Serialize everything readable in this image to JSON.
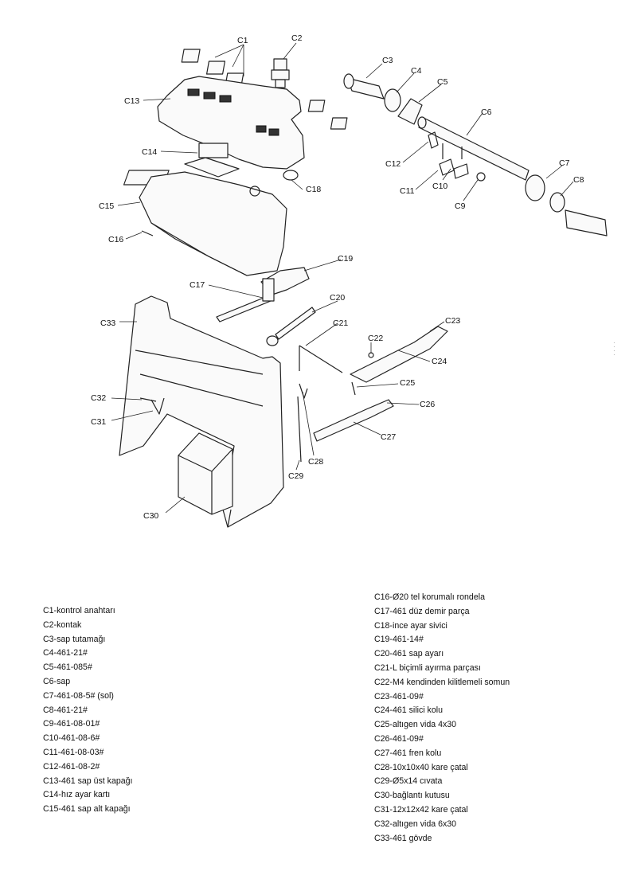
{
  "callouts": [
    "C1",
    "C2",
    "C3",
    "C4",
    "C5",
    "C6",
    "C7",
    "C8",
    "C9",
    "C10",
    "C11",
    "C12",
    "C13",
    "C14",
    "C15",
    "C16",
    "C17",
    "C18",
    "C19",
    "C20",
    "C21",
    "C22",
    "C23",
    "C24",
    "C25",
    "C26",
    "C27",
    "C28",
    "C29",
    "C30",
    "C31",
    "C32",
    "C33"
  ],
  "legend_left": [
    "C1-kontrol anahtarı",
    "C2-kontak",
    "C3-sap tutamağı",
    "C4-461-21#",
    "C5-461-085#",
    "C6-sap",
    "C7-461-08-5# (sol)",
    "C8-461-21#",
    "C9-461-08-01#",
    "C10-461-08-6#",
    "C11-461-08-03#",
    "C12-461-08-2#",
    "C13-461 sap üst kapağı",
    "C14-hız ayar kartı",
    "C15-461 sap alt kapağı"
  ],
  "legend_right": [
    "C16-Ø20 tel korumalı rondela",
    "C17-461 düz demir parça",
    "C18-ince ayar sivici",
    "C19-461-14#",
    "C20-461 sap ayarı",
    "C21-L biçimli ayırma parçası",
    "C22-M4 kendinden kilitlemeli somun",
    "C23-461-09#",
    "C24-461 silici kolu",
    "C25-altıgen vida 4x30",
    "C26-461-09#",
    "C27-461 fren kolu",
    "C28-10x10x40 kare çatal",
    "C29-Ø5x14 cıvata",
    "C30-bağlantı kutusu",
    "C31-12x12x42 kare çatal",
    "C32-altıgen vida 6x30",
    "C33-461 gövde"
  ]
}
